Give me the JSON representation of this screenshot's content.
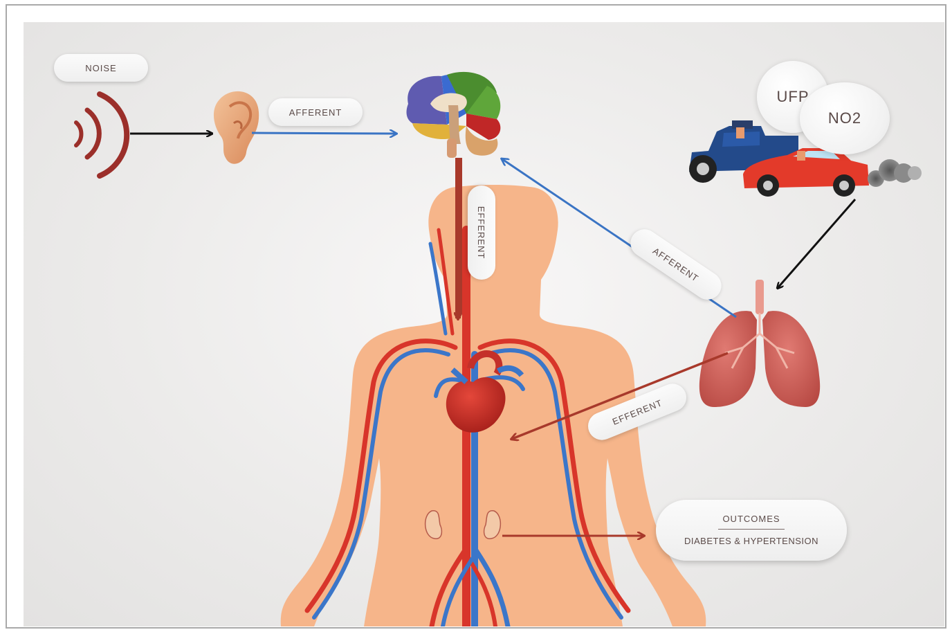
{
  "labels": {
    "noise": "NOISE",
    "afferent_ear": "AFFERENT",
    "efferent_brain": "EFFERENT",
    "afferent_lung": "AFFERENT",
    "efferent_lung": "EFFERENT",
    "ufp": "UFP",
    "no2": "NO2",
    "outcomes_title": "OUTCOMES",
    "outcomes_detail": "DIABETES & HYPERTENSION"
  },
  "colors": {
    "afferent_arrow": "#3a74c4",
    "efferent_arrow": "#a8392b",
    "black_arrow": "#111111",
    "skin": "#f6b58a",
    "artery": "#d8352a",
    "vein": "#3b76c9"
  }
}
